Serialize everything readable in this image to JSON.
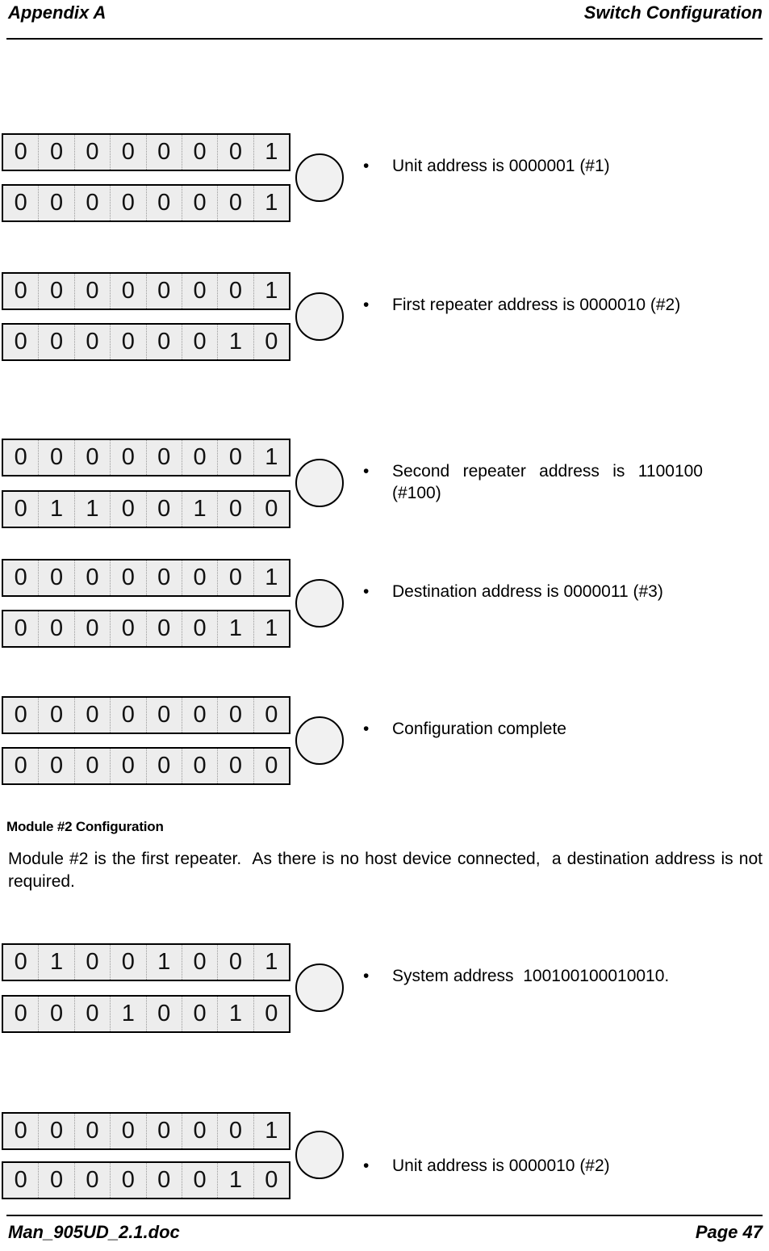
{
  "header": {
    "left_title": "Appendix A",
    "right_title": "Switch Configuration"
  },
  "footer": {
    "doc_name": "Man_905UD_2.1.doc",
    "page_label": "Page 47"
  },
  "bullet_glyph": "•",
  "colors": {
    "cell_background": "#ededed",
    "circle_background": "#f1f1f1",
    "border": "#000000"
  },
  "section": {
    "heading": "Module #2 Configuration",
    "paragraph": "Module #2 is the first repeater.  As there is no host device connected,  a destination address is not required."
  },
  "switch_pairs": [
    {
      "top_row": [
        "0",
        "0",
        "0",
        "0",
        "0",
        "0",
        "0",
        "1"
      ],
      "bottom_row": [
        "0",
        "0",
        "0",
        "0",
        "0",
        "0",
        "0",
        "1"
      ],
      "note": "Unit address is 0000001 (#1)"
    },
    {
      "top_row": [
        "0",
        "0",
        "0",
        "0",
        "0",
        "0",
        "0",
        "1"
      ],
      "bottom_row": [
        "0",
        "0",
        "0",
        "0",
        "0",
        "0",
        "1",
        "0"
      ],
      "note": "First repeater address is 0000010 (#2)"
    },
    {
      "top_row": [
        "0",
        "0",
        "0",
        "0",
        "0",
        "0",
        "0",
        "1"
      ],
      "bottom_row": [
        "0",
        "1",
        "1",
        "0",
        "0",
        "1",
        "0",
        "0"
      ],
      "note": "Second repeater address is 1100100 (#100)"
    },
    {
      "top_row": [
        "0",
        "0",
        "0",
        "0",
        "0",
        "0",
        "0",
        "1"
      ],
      "bottom_row": [
        "0",
        "0",
        "0",
        "0",
        "0",
        "0",
        "1",
        "1"
      ],
      "note": "Destination address is 0000011 (#3)"
    },
    {
      "top_row": [
        "0",
        "0",
        "0",
        "0",
        "0",
        "0",
        "0",
        "0"
      ],
      "bottom_row": [
        "0",
        "0",
        "0",
        "0",
        "0",
        "0",
        "0",
        "0"
      ],
      "note": "Configuration complete"
    },
    {
      "top_row": [
        "0",
        "1",
        "0",
        "0",
        "1",
        "0",
        "0",
        "1"
      ],
      "bottom_row": [
        "0",
        "0",
        "0",
        "1",
        "0",
        "0",
        "1",
        "0"
      ],
      "note": "System address  100100100010010."
    },
    {
      "top_row": [
        "0",
        "0",
        "0",
        "0",
        "0",
        "0",
        "0",
        "1"
      ],
      "bottom_row": [
        "0",
        "0",
        "0",
        "0",
        "0",
        "0",
        "1",
        "0"
      ],
      "note": "Unit address is 0000010 (#2)"
    }
  ]
}
